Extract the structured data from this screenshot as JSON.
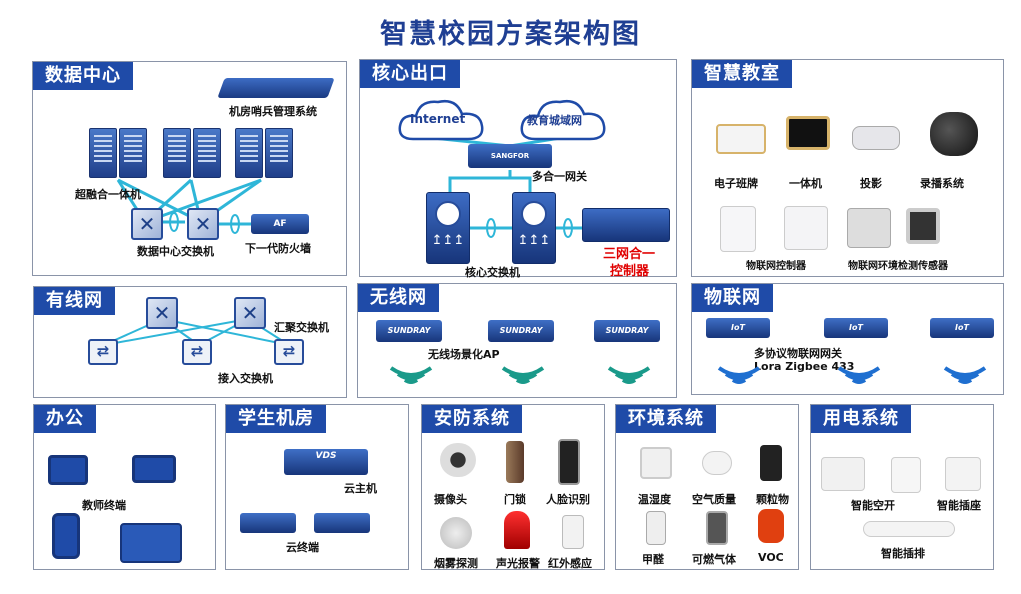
{
  "title": "智慧校园方案架构图",
  "panels": {
    "datacenter": {
      "title": "数据中心",
      "labels": {
        "sentinel": "机房哨兵管理系统",
        "hyper": "超融合一体机",
        "switch": "数据中心交换机",
        "firewall": "下一代防火墙",
        "af": "AF"
      }
    },
    "core": {
      "title": "核心出口",
      "labels": {
        "internet": "Internet",
        "edu": "教育城域网",
        "gateway": "多合一网关",
        "core_switch": "核心交换机",
        "controller_1": "三网合一",
        "controller_2": "控制器",
        "sangfor": "SANGFOR"
      }
    },
    "classroom": {
      "title": "智慧教室",
      "labels": {
        "board": "电子班牌",
        "aio": "一体机",
        "projector": "投影",
        "recorder": "录播系统",
        "iot_ctrl": "物联网控制器",
        "env_sensor": "物联网环境检测传感器"
      }
    },
    "wired": {
      "title": "有线网",
      "labels": {
        "agg": "汇聚交换机",
        "access": "接入交换机"
      }
    },
    "wireless": {
      "title": "无线网",
      "labels": {
        "ap": "无线场景化AP",
        "brand": "SUNDRAY"
      }
    },
    "iot": {
      "title": "物联网",
      "labels": {
        "gateway": "多协议物联网网关",
        "protocols": "Lora  Zigbee 433",
        "brand": "IoT"
      }
    },
    "office": {
      "title": "办公",
      "labels": {
        "teacher": "教师终端"
      }
    },
    "lab": {
      "title": "学生机房",
      "labels": {
        "host": "云主机",
        "terminal": "云终端",
        "vds": "VDS"
      }
    },
    "security": {
      "title": "安防系统",
      "labels": {
        "camera": "摄像头",
        "lock": "门锁",
        "face": "人脸识别",
        "smoke": "烟雾探测",
        "alarm": "声光报警",
        "infrared": "红外感应"
      }
    },
    "env": {
      "title": "环境系统",
      "labels": {
        "temp": "温湿度",
        "air": "空气质量",
        "particle": "颗粒物",
        "formaldehyde": "甲醛",
        "gas": "可燃气体",
        "voc": "VOC"
      }
    },
    "power": {
      "title": "用电系统",
      "labels": {
        "ac": "智能空开",
        "socket": "智能插座",
        "strip": "智能插排"
      }
    }
  },
  "colors": {
    "title": "#1f3f93",
    "panel_header": "#1f4ba8",
    "link": "#2eb6d8",
    "wifi": "#1a9a8a",
    "red": "#e00000"
  }
}
